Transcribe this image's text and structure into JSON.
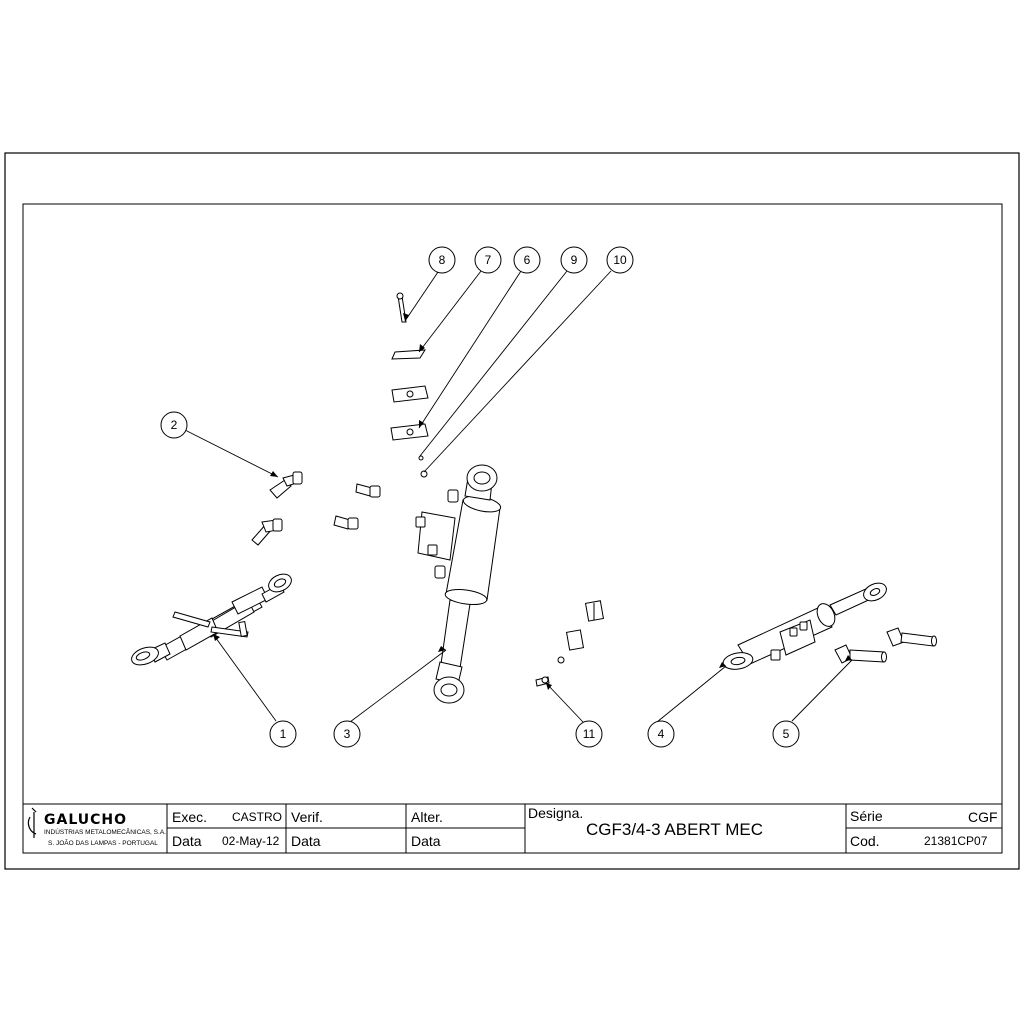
{
  "balloons": [
    {
      "id": "b1",
      "label": "1"
    },
    {
      "id": "b2",
      "label": "2"
    },
    {
      "id": "b3",
      "label": "3"
    },
    {
      "id": "b4",
      "label": "4"
    },
    {
      "id": "b5",
      "label": "5"
    },
    {
      "id": "b6",
      "label": "6"
    },
    {
      "id": "b7",
      "label": "7"
    },
    {
      "id": "b8",
      "label": "8"
    },
    {
      "id": "b9",
      "label": "9"
    },
    {
      "id": "b10",
      "label": "10"
    },
    {
      "id": "b11",
      "label": "11"
    }
  ],
  "title_block": {
    "company": "GALUCHO",
    "company_line1": "INDÚSTRIAS METALOMECÂNICAS, S.A.",
    "company_line2": "S. JOÃO DAS LAMPAS - PORTUGAL",
    "exec_label": "Exec.",
    "exec_value": "CASTRO",
    "data_label": "Data",
    "data_value": "02-May-12",
    "verif_label": "Verif.",
    "verif_data_label": "Data",
    "alter_label": "Alter.",
    "alter_data_label": "Data",
    "designa_label": "Designa.",
    "designa_value": "CGF3/4-3 ABERT MEC",
    "serie_label": "Série",
    "serie_value": "CGF",
    "cod_label": "Cod.",
    "cod_value": "21381CP07"
  }
}
